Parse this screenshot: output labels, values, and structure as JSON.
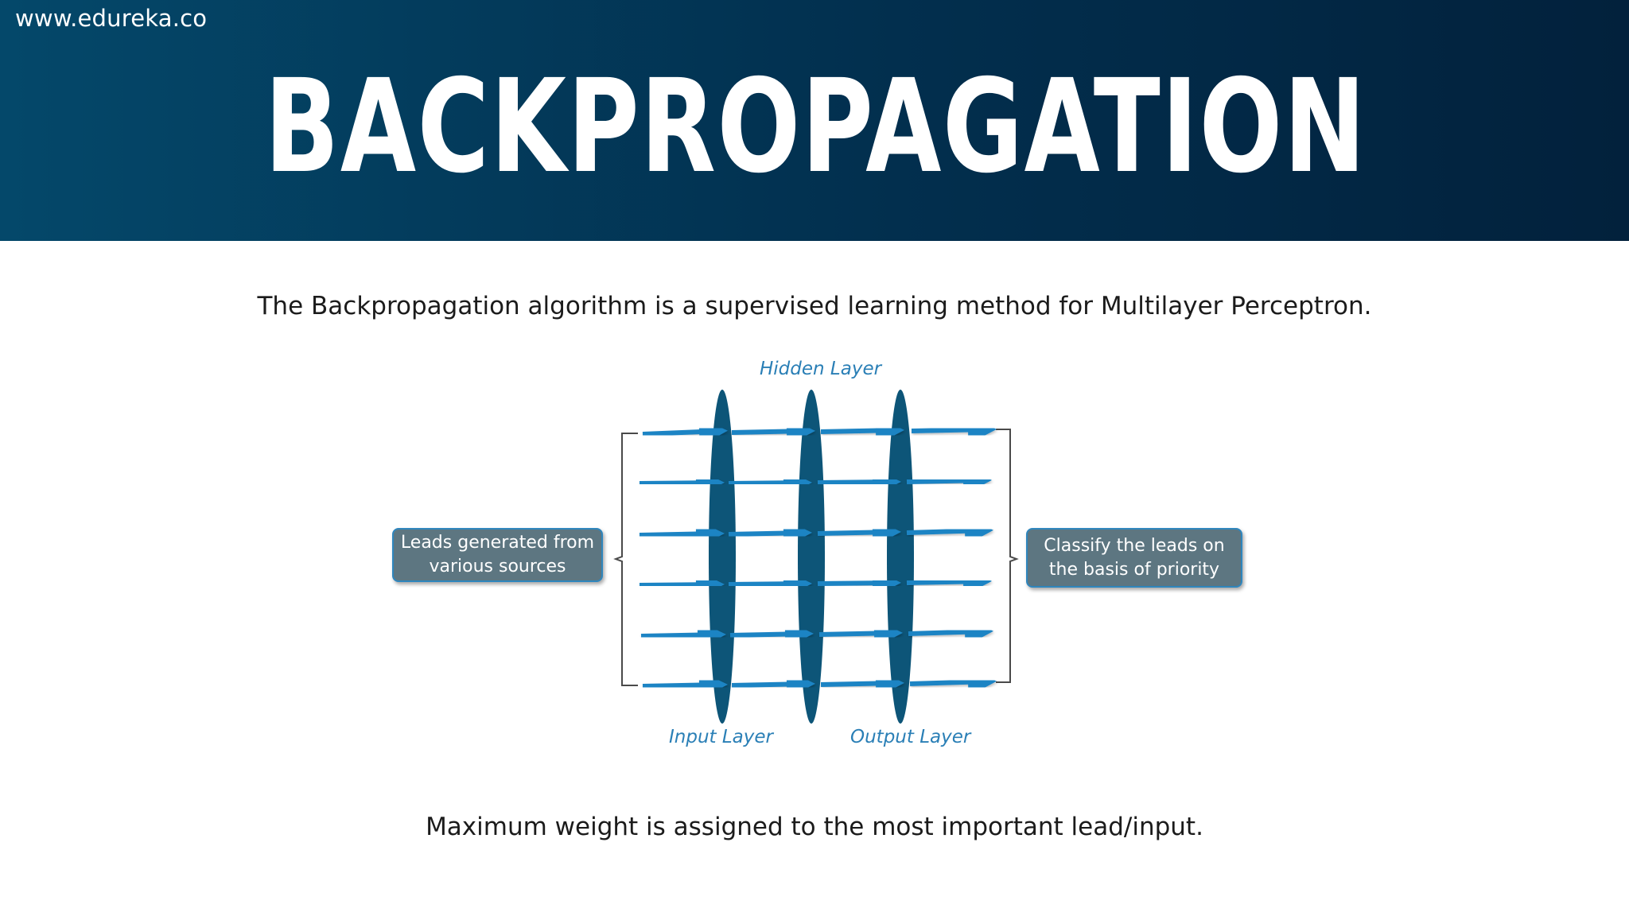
{
  "header": {
    "site_url": "www.edureka.co",
    "title": "BACKPROPAGATION"
  },
  "intro_text": "The Backpropagation algorithm is a supervised learning method for Multilayer Perceptron.",
  "diagram": {
    "left_box": "Leads generated from various sources",
    "right_box": "Classify the leads  on the basis of priority",
    "hidden_layer_label": "Hidden Layer",
    "input_layer_label": "Input Layer",
    "output_layer_label": "Output Layer",
    "arrow_color": "#1f84c4",
    "layer_color": "#0d5578",
    "bracket_color": "#4a4a4a",
    "box_fill_color": "#5d7681",
    "box_border_color": "#2f86bd"
  },
  "bottom_text": "Maximum weight is assigned to the most important lead/input.",
  "colors": {
    "header_gradient_start": "#04486a",
    "header_gradient_end": "#02213c",
    "text_dark": "#1b1b1b",
    "label_blue": "#2a7fb6"
  }
}
